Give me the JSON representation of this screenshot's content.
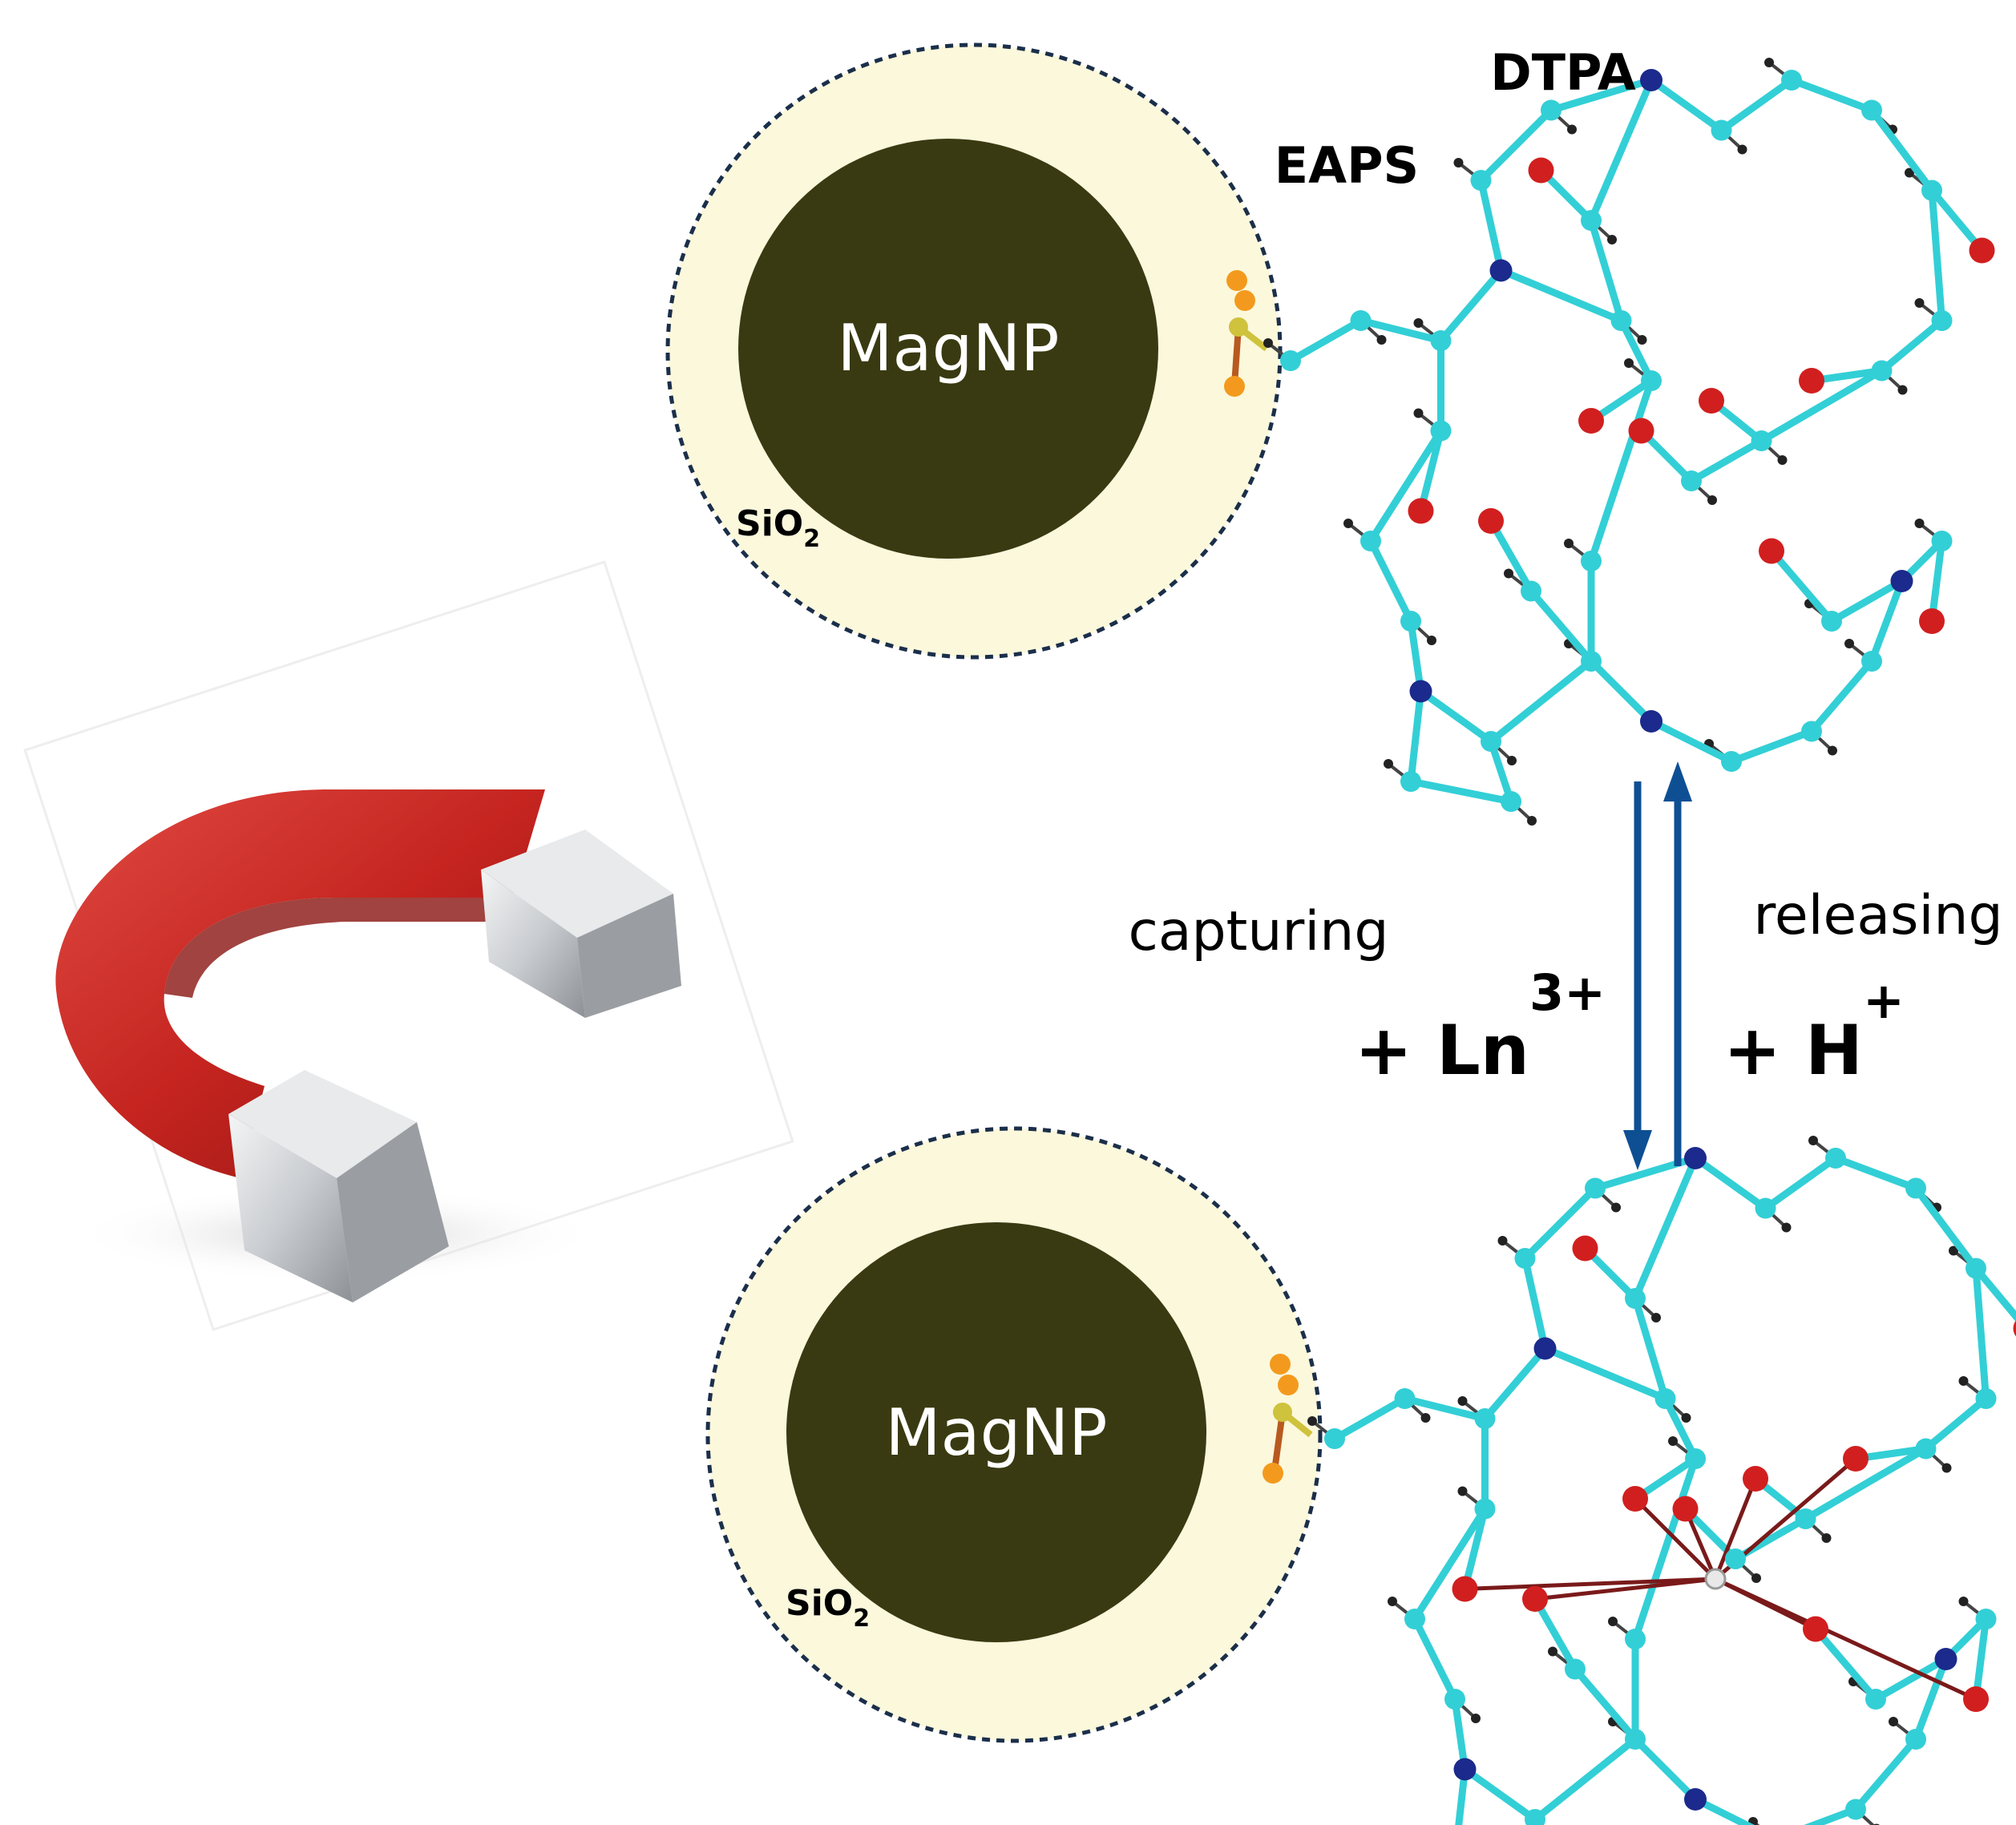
{
  "labels": {
    "dtpa": "DTPA",
    "eaps": "EAPS",
    "core_top": "MagNP",
    "core_bottom": "MagNP",
    "shell_top": "SiO",
    "shell_top_sub": "2",
    "shell_bottom": "SiO",
    "shell_bottom_sub": "2",
    "capturing": "capturing",
    "releasing": "releasing",
    "ion_left": "+ Ln",
    "ion_left_sup": "3+",
    "ion_right": "+ H",
    "ion_right_sup": "+"
  },
  "colors": {
    "core": "#3a3a12",
    "shell": "#fbf8dc",
    "shell_border": "#1b2f4a",
    "arrow": "#0e4f94",
    "carbon": "#33cfd6",
    "oxygen": "#d11f1f",
    "nitrogen": "#1b2a8c",
    "hydrogen": "#222222",
    "silicon": "#cfc23c",
    "anchor": "#f39a1e",
    "magnet_red": "#c5241f",
    "magnet_steel": "#b9bcc0"
  }
}
